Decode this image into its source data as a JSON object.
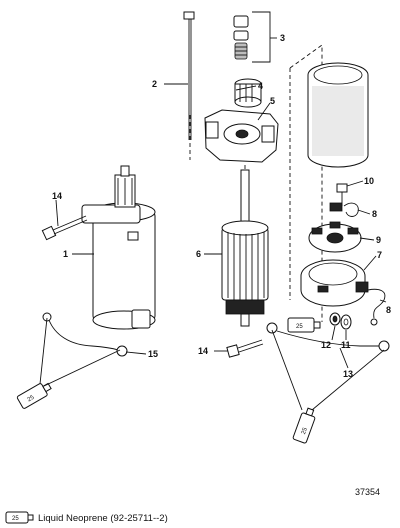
{
  "diagram": {
    "reference_number": "37354",
    "callouts": [
      "1",
      "2",
      "3",
      "4",
      "5",
      "6",
      "7",
      "8",
      "9",
      "10",
      "11",
      "12",
      "13",
      "14",
      "15"
    ],
    "legend": {
      "tube_label": "25",
      "text": "Liquid Neoprene (92-25711--2)"
    },
    "tube_markers": [
      "25",
      "25",
      "25"
    ],
    "colors": {
      "ink": "#111111",
      "shading": "#bdbdbd",
      "background": "#ffffff"
    }
  }
}
